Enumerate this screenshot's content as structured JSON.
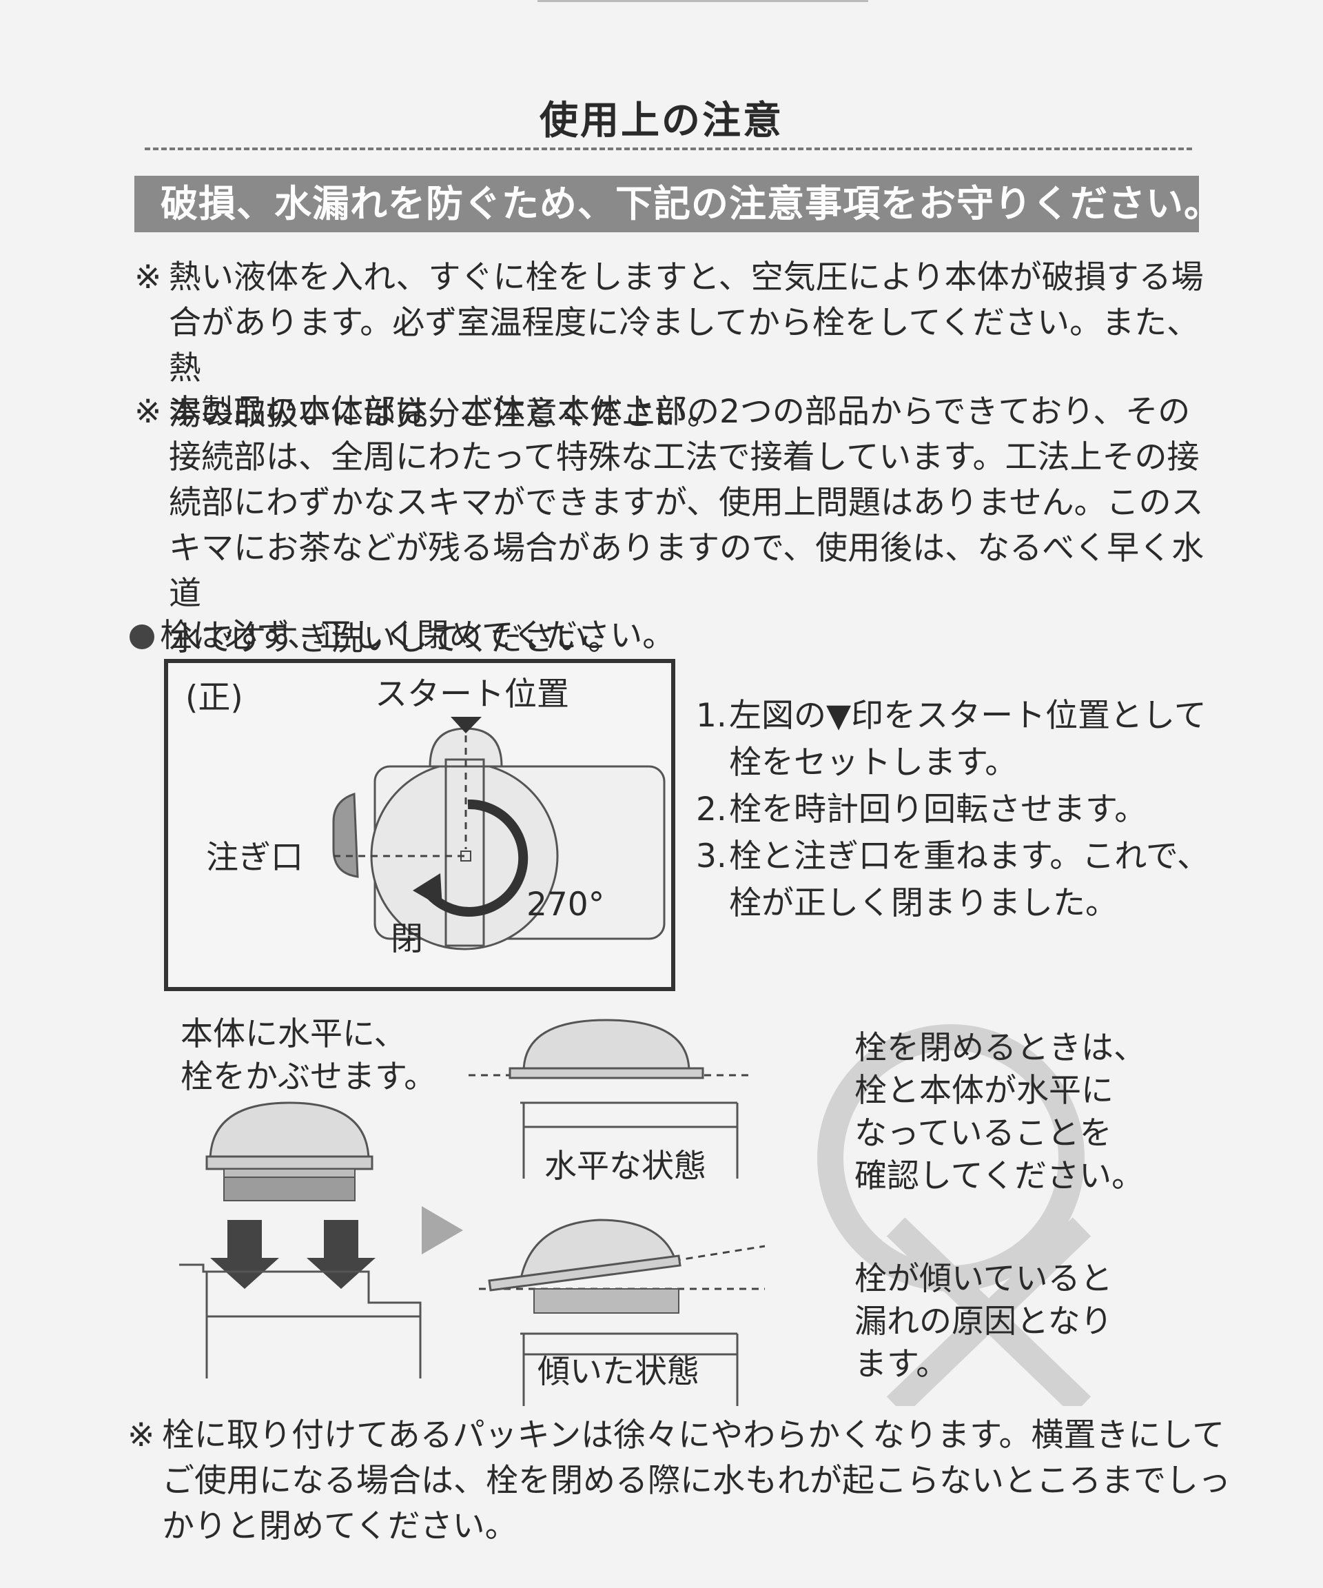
{
  "title": "使用上の注意",
  "banner": "破損、水漏れを防ぐため、下記の注意事項をお守りください。",
  "notes": [
    {
      "mark": "※",
      "lines": [
        "熱い液体を入れ、すぐに栓をしますと、空気圧により本体が破損する場",
        "合があります。必ず室温程度に冷ましてから栓をしてください。また、熱",
        "湯の取扱いには充分ご注意ください。"
      ]
    },
    {
      "mark": "※",
      "lines": [
        "本製品の本体部は、本体と本体上部の2つの部品からできており、その",
        "接続部は、全周にわたって特殊な工法で接着しています。工法上その接",
        "続部にわずかなスキマができますが、使用上問題はありません。このス",
        "キマにお茶などが残る場合がありますので、使用後は、なるべく早く水道",
        "水ですすぎ洗いしてください。"
      ]
    },
    {
      "mark": "※",
      "lines": [
        "栓に取り付けてあるパッキンは徐々にやわらかくなります。横置きにして",
        "ご使用になる場合は、栓を閉める際に水もれが起こらないところまでしっ",
        "かりと閉めてください。"
      ]
    }
  ],
  "bullet": "栓は必ず、正しく閉めてください。",
  "diagram_top": {
    "view_label": "(正)",
    "start_label": "スタート位置",
    "spout_label": "注ぎ口",
    "close_label": "閉",
    "angle_label": "270°"
  },
  "steps": [
    {
      "num": "1.",
      "lines": [
        "左図の▼印をスタート位置として",
        "栓をセットします。"
      ]
    },
    {
      "num": "2.",
      "lines": [
        "栓を時計回り回転させます。"
      ]
    },
    {
      "num": "3.",
      "lines": [
        "栓と注ぎ口を重ねます。これで、",
        "栓が正しく閉まりました。"
      ]
    }
  ],
  "diagram_side": {
    "instruction": [
      "本体に水平に、",
      "栓をかぶせます。"
    ],
    "level_label": "水平な状態",
    "tilted_label": "傾いた状態",
    "ok_text": [
      "栓を閉めるときは、",
      "栓と本体が水平に",
      "なっていることを",
      "確認してください。"
    ],
    "ng_text": [
      "栓が傾いていると",
      "漏れの原因となり",
      "ます。"
    ]
  }
}
